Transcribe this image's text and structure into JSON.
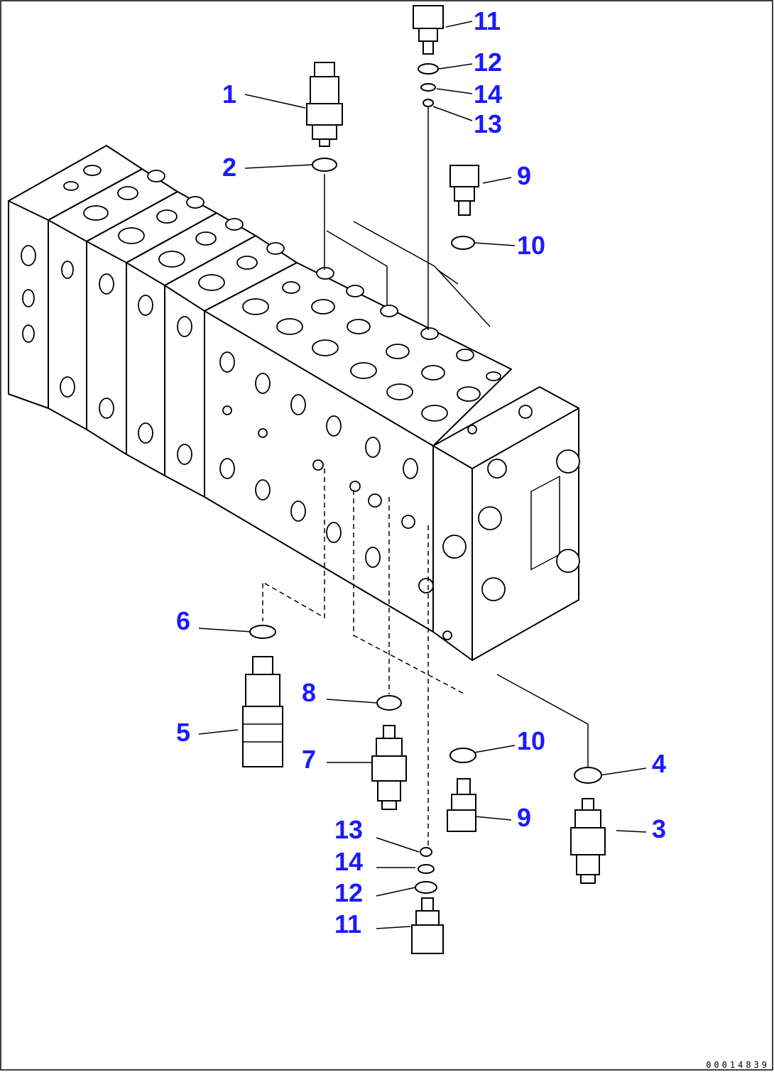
{
  "callouts": [
    {
      "id": "callout-1",
      "text": "1"
    },
    {
      "id": "callout-2",
      "text": "2"
    },
    {
      "id": "callout-11-top",
      "text": "11"
    },
    {
      "id": "callout-12-top",
      "text": "12"
    },
    {
      "id": "callout-14-top",
      "text": "14"
    },
    {
      "id": "callout-13-top",
      "text": "13"
    },
    {
      "id": "callout-9-top",
      "text": "9"
    },
    {
      "id": "callout-10-top",
      "text": "10"
    },
    {
      "id": "callout-6",
      "text": "6"
    },
    {
      "id": "callout-5",
      "text": "5"
    },
    {
      "id": "callout-8",
      "text": "8"
    },
    {
      "id": "callout-7",
      "text": "7"
    },
    {
      "id": "callout-10-bottom",
      "text": "10"
    },
    {
      "id": "callout-9-bottom",
      "text": "9"
    },
    {
      "id": "callout-4",
      "text": "4"
    },
    {
      "id": "callout-3",
      "text": "3"
    },
    {
      "id": "callout-13-bottom",
      "text": "13"
    },
    {
      "id": "callout-14-bottom",
      "text": "14"
    },
    {
      "id": "callout-12-bottom",
      "text": "12"
    },
    {
      "id": "callout-11-bottom",
      "text": "11"
    }
  ],
  "drawing_code": "00014839",
  "colors": {
    "callout": "#1a1aff",
    "line": "#000000",
    "background": "#ffffff"
  }
}
